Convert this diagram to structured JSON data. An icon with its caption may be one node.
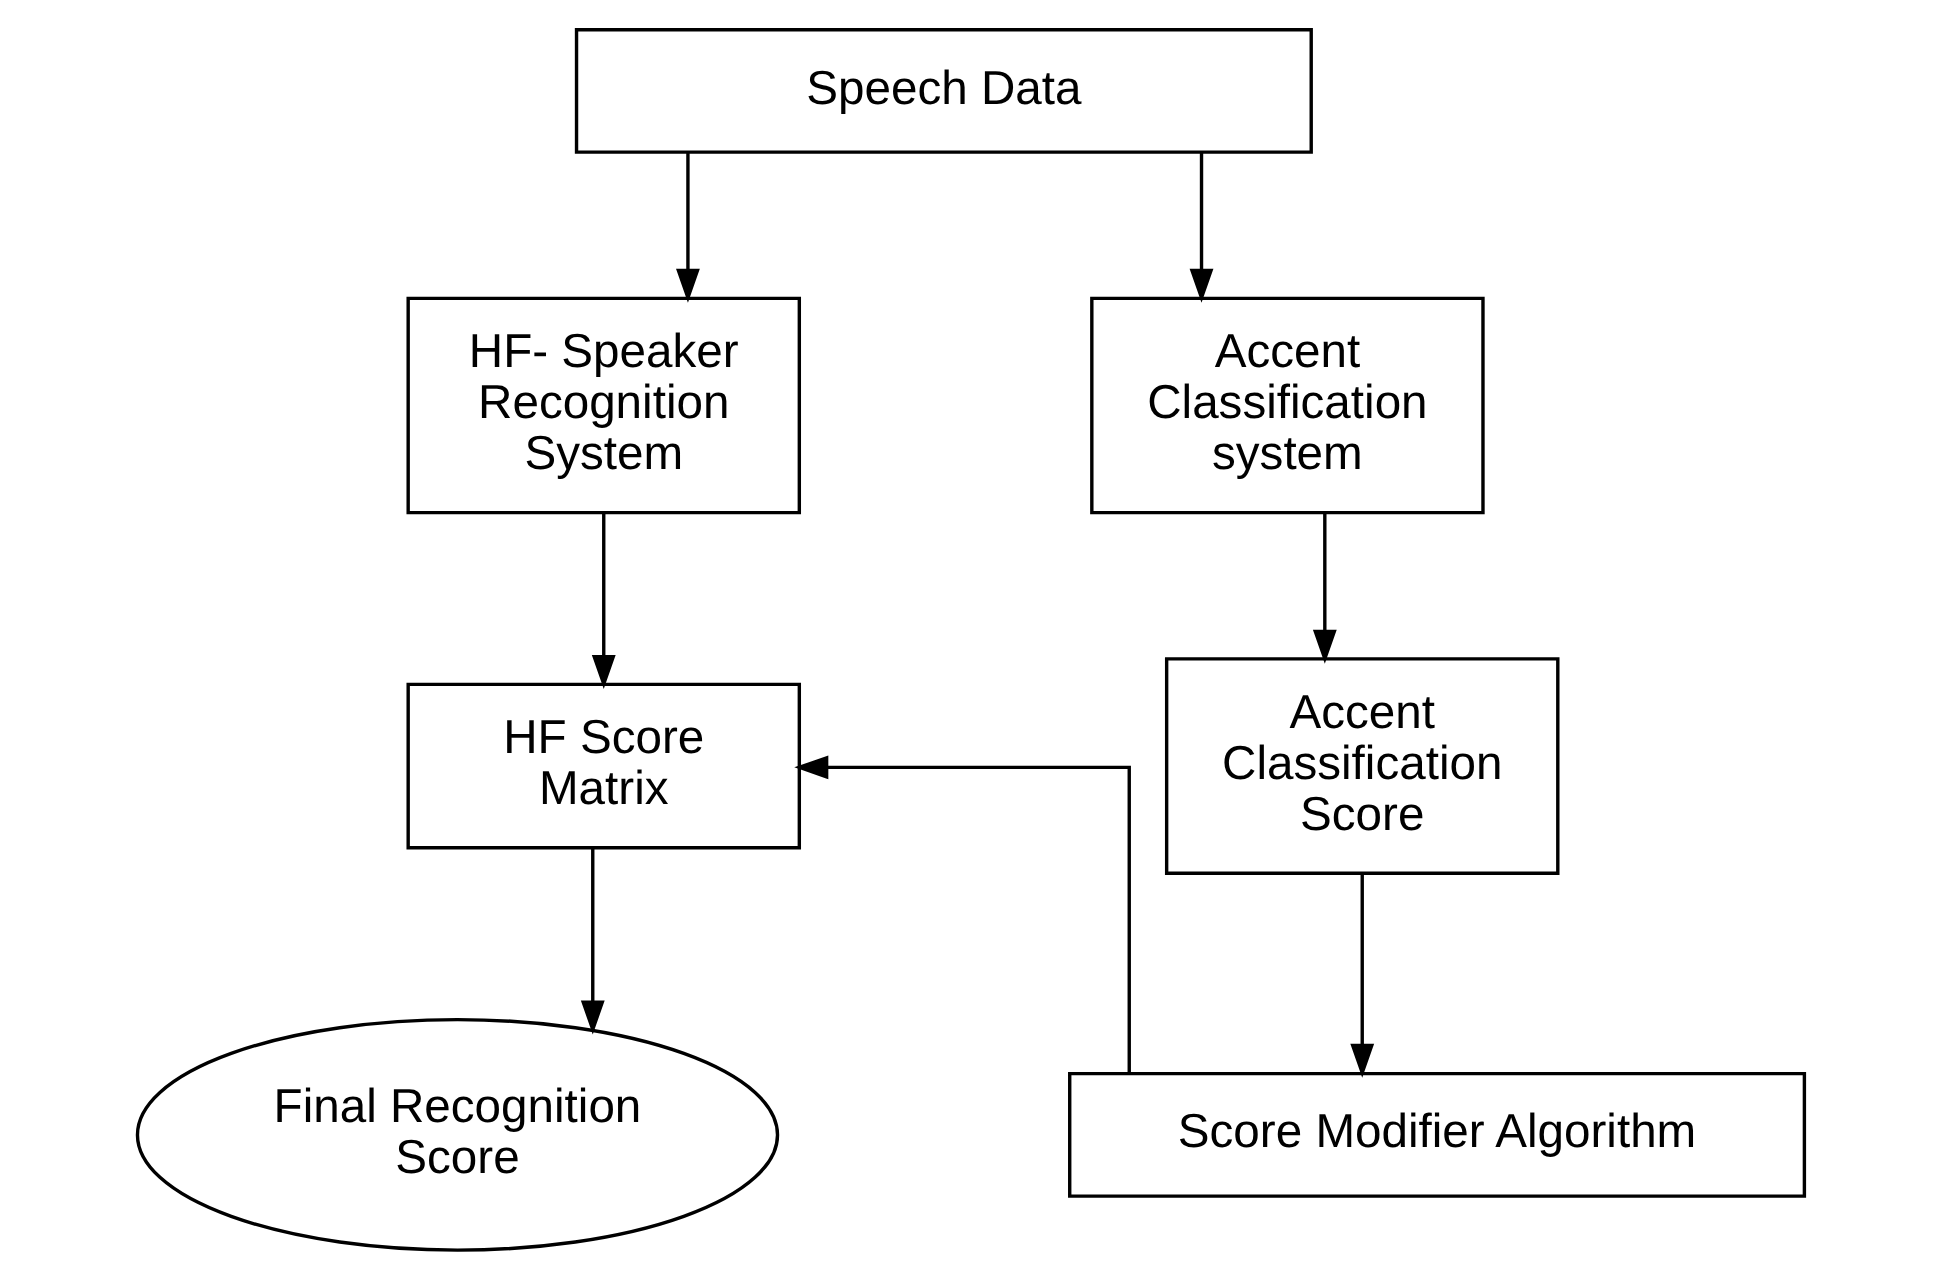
{
  "diagram": {
    "nodes": [
      {
        "text": [
          "Speech Data"
        ]
      },
      {
        "text": [
          "HF- Speaker Recognition System"
        ]
      },
      {
        "text": [
          "Accent Classification system"
        ]
      },
      {
        "text": [
          "HF Score Matrix"
        ]
      },
      {
        "text": [
          "Accent Classification Score"
        ]
      },
      {
        "text": [
          "Final Recognition Score"
        ]
      },
      {
        "text": [
          "Score Modifier Algorithm"
        ]
      }
    ],
    "edges": [
      {
        "from": 0,
        "to": 1,
        "arrow": "to"
      },
      {
        "from": 0,
        "to": 2,
        "arrow": "to"
      },
      {
        "from": 1,
        "to": 3,
        "arrow": "to"
      },
      {
        "from": 2,
        "to": 4,
        "arrow": "to"
      },
      {
        "from": 3,
        "to": 5,
        "arrow": "to"
      },
      {
        "from": 4,
        "to": 6,
        "arrow": "to"
      },
      {
        "from": 6,
        "to": 3,
        "arrow": "to"
      }
    ]
  }
}
